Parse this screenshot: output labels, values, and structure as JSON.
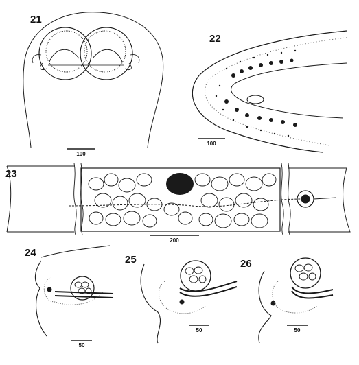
{
  "figures": [
    {
      "number": "21",
      "scale_label": "100"
    },
    {
      "number": "22",
      "scale_label": "100"
    },
    {
      "number": "23",
      "scale_label": "200"
    },
    {
      "number": "24",
      "scale_label": "50"
    },
    {
      "number": "25",
      "scale_label": "50"
    },
    {
      "number": "26",
      "scale_label": "50"
    }
  ],
  "colors": {
    "ink": "#1a1a1a",
    "paper": "#ffffff",
    "stipple": "#555555"
  }
}
